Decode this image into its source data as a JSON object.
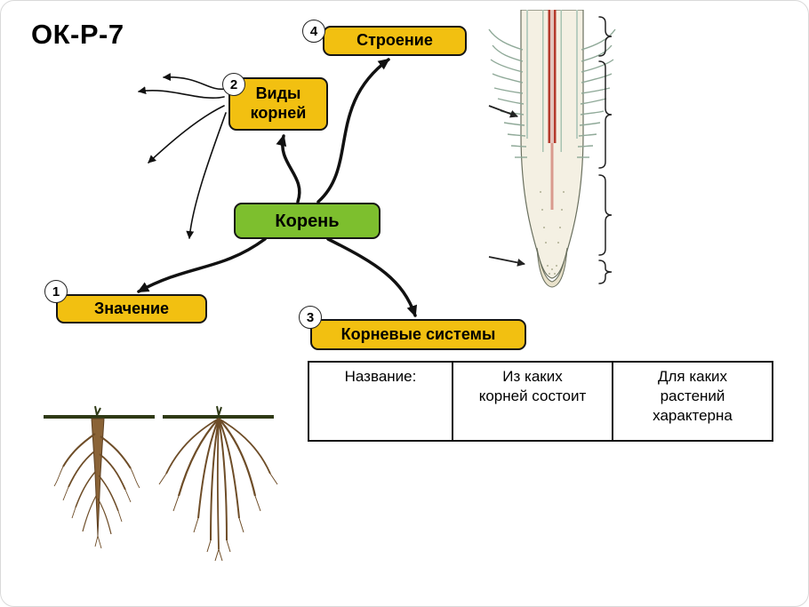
{
  "page": {
    "title": "ОК-Р-7",
    "background": "#ffffff"
  },
  "diagram": {
    "center": {
      "label": "Корень",
      "color": "#7dbf2e"
    },
    "topic_color": "#f2c011",
    "topics": [
      {
        "number": "1",
        "label": "Значение"
      },
      {
        "number": "2",
        "label": "Виды\nкорней"
      },
      {
        "number": "3",
        "label": "Корневые системы"
      },
      {
        "number": "4",
        "label": "Строение"
      }
    ]
  },
  "table": {
    "columns": [
      "Название:",
      "Из каких\nкорней состоит",
      "Для каких\nрастений\nхарактерна"
    ]
  },
  "icons": {
    "root_tip": "root-tip-longitudinal-section-with-zone-braces",
    "taproot": "taproot-system-drawing",
    "fibrous": "fibrous-root-system-drawing"
  }
}
